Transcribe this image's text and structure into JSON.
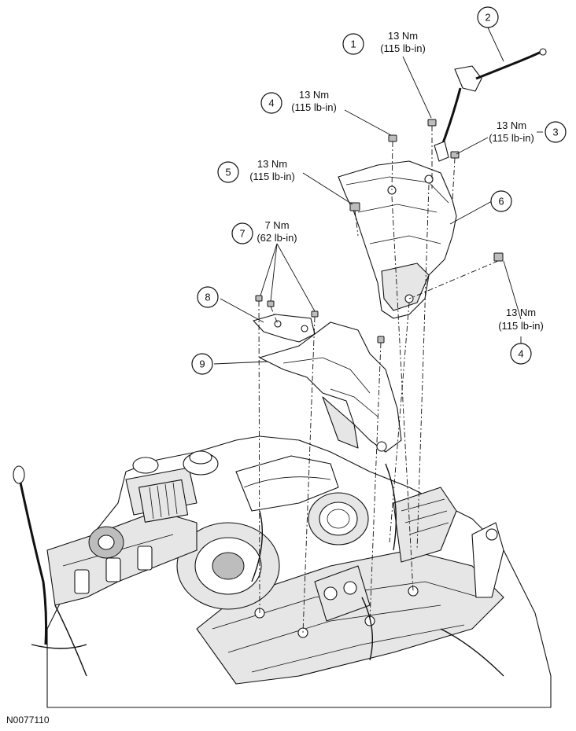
{
  "figure_id": "N0077110",
  "callouts": [
    {
      "num": "1",
      "torque": "13 Nm",
      "torque_imperial": "(115 lb-in)"
    },
    {
      "num": "2"
    },
    {
      "num": "3",
      "torque": "13 Nm",
      "torque_imperial": "(115 lb-in)"
    },
    {
      "num": "4",
      "torque": "13 Nm",
      "torque_imperial": "(115 lb-in)"
    },
    {
      "num": "5",
      "torque": "13 Nm",
      "torque_imperial": "(115 lb-in)"
    },
    {
      "num": "6"
    },
    {
      "num": "7",
      "torque": "7 Nm",
      "torque_imperial": "(62 lb-in)"
    },
    {
      "num": "8"
    },
    {
      "num": "9"
    },
    {
      "num": "4",
      "torque": "13 Nm",
      "torque_imperial": "(115 lb-in)"
    }
  ]
}
